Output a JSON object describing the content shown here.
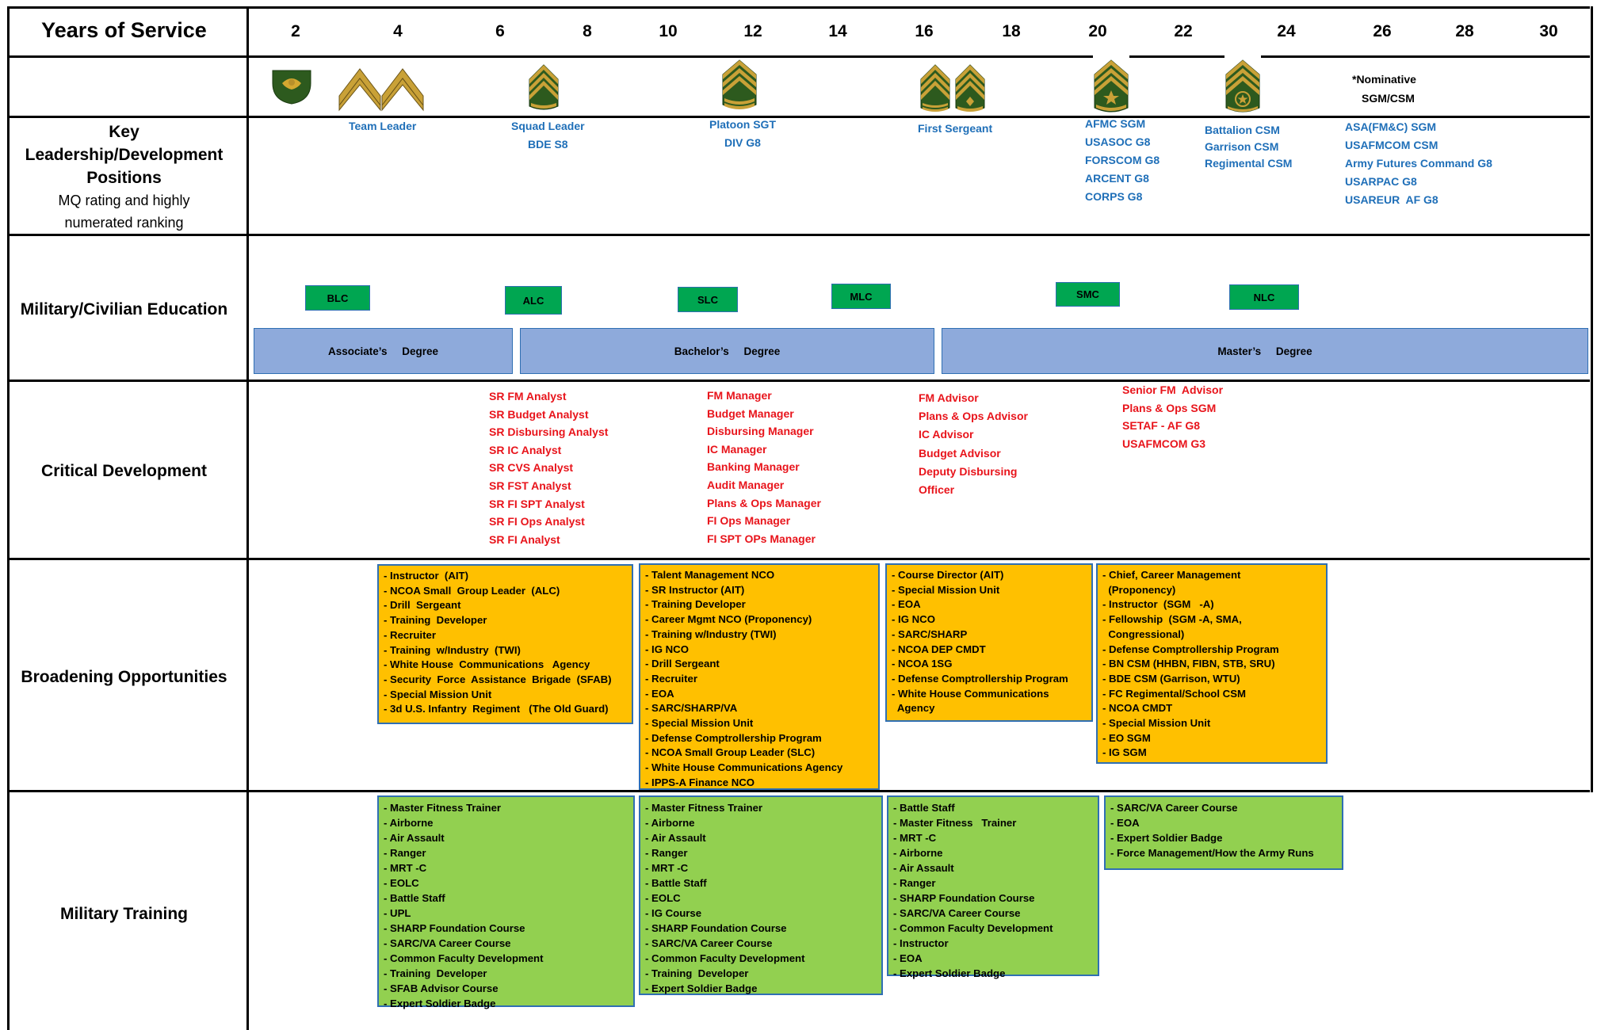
{
  "header": {
    "years_label": "Years of Service",
    "years": [
      "2",
      "4",
      "6",
      "8",
      "10",
      "12",
      "14",
      "16",
      "18",
      "20",
      "22",
      "24",
      "26",
      "28",
      "30"
    ]
  },
  "insignia": {
    "items": [
      "specialist-rank-icon",
      "sergeant-rank-icon",
      "staff-sergeant-rank-icon",
      "sergeant-first-class-rank-icon",
      "master-sergeant-rank-icon",
      "first-sergeant-rank-icon",
      "sergeant-major-rank-icon",
      "command-sergeant-major-rank-icon"
    ],
    "nominative_line1": "*Nominative",
    "nominative_line2": "SGM/CSM"
  },
  "leadership": {
    "label_line1": "Key",
    "label_line2": "Leadership/Development",
    "label_line3": "Positions",
    "label_line4": "MQ rating and highly",
    "label_line5": "numerated ranking",
    "col1": [
      "Team Leader"
    ],
    "col2": [
      "Squad Leader",
      "BDE S8"
    ],
    "col3": [
      "Platoon SGT",
      "DIV G8"
    ],
    "col4": [
      "First Sergeant"
    ],
    "col5": [
      "AFMC SGM",
      "USASOC G8",
      "FORSCOM G8",
      "ARCENT G8",
      "CORPS G8"
    ],
    "col6": [
      "Battalion CSM",
      "Garrison CSM",
      "Regimental CSM"
    ],
    "col7": [
      "ASA(FM&C) SGM",
      "USAFMCOM CSM",
      "Army Futures Command G8",
      "USARPAC G8",
      "USAREUR  AF G8"
    ]
  },
  "education": {
    "label": "Military/Civilian Education",
    "courses": [
      "BLC",
      "ALC",
      "SLC",
      "MLC",
      "SMC",
      "NLC"
    ],
    "degrees": [
      "Associate’s     Degree",
      "Bachelor’s     Degree",
      "Master’s     Degree"
    ]
  },
  "critical": {
    "label": "Critical Development",
    "col1": [
      "SR FM Analyst",
      "SR Budget Analyst",
      "SR Disbursing Analyst",
      "SR IC Analyst",
      "SR CVS Analyst",
      "SR FST Analyst",
      "SR FI SPT Analyst",
      "SR FI Ops Analyst",
      "SR FI Analyst"
    ],
    "col2": [
      "FM Manager",
      "Budget Manager",
      "Disbursing Manager",
      "IC Manager",
      "Banking Manager",
      "Audit Manager",
      "Plans & Ops Manager",
      "FI Ops Manager",
      "FI SPT OPs Manager"
    ],
    "col3": [
      "FM Advisor",
      "Plans & Ops Advisor",
      "IC Advisor",
      "Budget Advisor",
      "Deputy Disbursing",
      "Officer"
    ],
    "col4": [
      "Senior FM  Advisor",
      "Plans & Ops SGM",
      "SETAF - AF G8",
      "USAFMCOM G3"
    ]
  },
  "broadening": {
    "label": "Broadening Opportunities",
    "box1": [
      "- Instructor  (AIT)",
      "- NCOA Small  Group Leader  (ALC)",
      "- Drill  Sergeant",
      "- Training  Developer",
      "- Recruiter",
      "- Training  w/Industry  (TWI)",
      "- White House  Communications   Agency",
      "- Security  Force  Assistance  Brigade  (SFAB)",
      "- Special Mission Unit",
      "- 3d U.S. Infantry  Regiment   (The Old Guard)"
    ],
    "box2": [
      "- Talent Management NCO",
      "- SR Instructor (AIT)",
      "- Training Developer",
      "- Career Mgmt NCO (Proponency)",
      "- Training w/Industry (TWI)",
      "- IG NCO",
      "- Drill Sergeant",
      "- Recruiter",
      "- EOA",
      "- SARC/SHARP/VA",
      "- Special Mission Unit",
      "- Defense Comptrollership Program",
      "- NCOA Small Group Leader (SLC)",
      "- White House Communications Agency",
      "- IPPS-A Finance NCO"
    ],
    "box3": [
      "- Course Director (AIT)",
      "- Special Mission Unit",
      "- EOA",
      "- IG NCO",
      "- SARC/SHARP",
      "- NCOA DEP CMDT",
      "- NCOA 1SG",
      "- Defense Comptrollership Program",
      "- White House Communications",
      "  Agency"
    ],
    "box4": [
      "- Chief, Career Management",
      "  (Proponency)",
      "- Instructor  (SGM   -A)",
      "- Fellowship  (SGM -A, SMA,",
      "  Congressional)",
      "- Defense Comptrollership Program",
      "- BN CSM (HHBN, FIBN, STB, SRU)",
      "- BDE CSM (Garrison, WTU)",
      "- FC Regimental/School CSM",
      "- NCOA CMDT",
      "- Special Mission Unit",
      "- EO SGM",
      "- IG SGM"
    ]
  },
  "training": {
    "label": "Military Training",
    "box1": [
      "- Master Fitness Trainer",
      "- Airborne",
      "- Air Assault",
      "- Ranger",
      "- MRT -C",
      "- EOLC",
      "- Battle Staff",
      "- UPL",
      "- SHARP Foundation Course",
      "- SARC/VA Career Course",
      "- Common Faculty Development",
      "- Training  Developer",
      "- SFAB Advisor Course",
      "- Expert Soldier Badge"
    ],
    "box2": [
      "- Master Fitness Trainer",
      "- Airborne",
      "- Air Assault",
      "- Ranger",
      "- MRT -C",
      "- Battle Staff",
      "- EOLC",
      "- IG Course",
      "- SHARP Foundation Course",
      "- SARC/VA Career Course",
      "- Common Faculty Development",
      "- Training  Developer",
      "- Expert Soldier Badge"
    ],
    "box3": [
      "- Battle Staff",
      "- Master Fitness   Trainer",
      "- MRT -C",
      "- Airborne",
      "- Air Assault",
      "- Ranger",
      "- SHARP Foundation Course",
      "- SARC/VA Career Course",
      "- Common Faculty Development",
      "- Instructor",
      "- EOA",
      "- Expert Soldier Badge"
    ],
    "box4": [
      "- SARC/VA Career Course",
      "- EOA",
      "- Expert Soldier Badge",
      "- Force Management/How the Army Runs"
    ]
  },
  "colors": {
    "leadership_text": "#1f6fb8",
    "critical_text": "#e8141b",
    "broadening_fill": "#ffc000",
    "training_fill": "#92d050",
    "course_fill": "#00a651",
    "degree_fill": "#8eaadb",
    "box_border": "#2f6fb3"
  }
}
